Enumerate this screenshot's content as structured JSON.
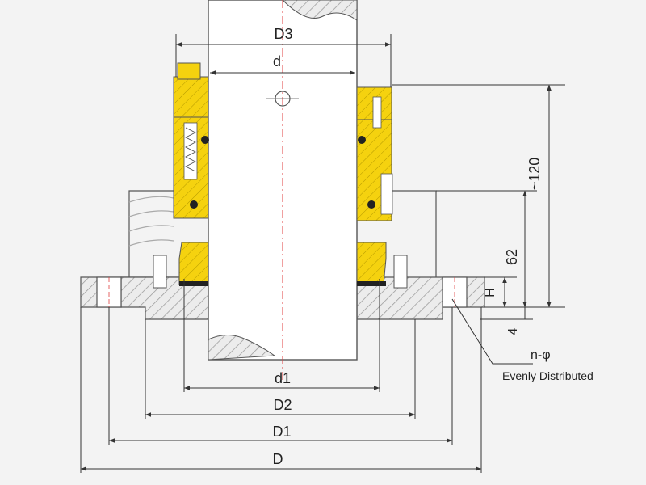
{
  "colors": {
    "background": "#f3f3f3",
    "line": "#555555",
    "seal_body": "#f5d20f",
    "hatch": "#999999",
    "centerline": "#e04040",
    "face": "#222222"
  },
  "dimensions": {
    "d3": "D3",
    "d": "d",
    "d1": "d1",
    "d2": "D2",
    "d_1": "D1",
    "d_outer": "D",
    "length_120": "~120",
    "height_62": "62",
    "h": "H",
    "four": "4",
    "bolt_count": "n-φ"
  },
  "note": "Evenly Distributed"
}
